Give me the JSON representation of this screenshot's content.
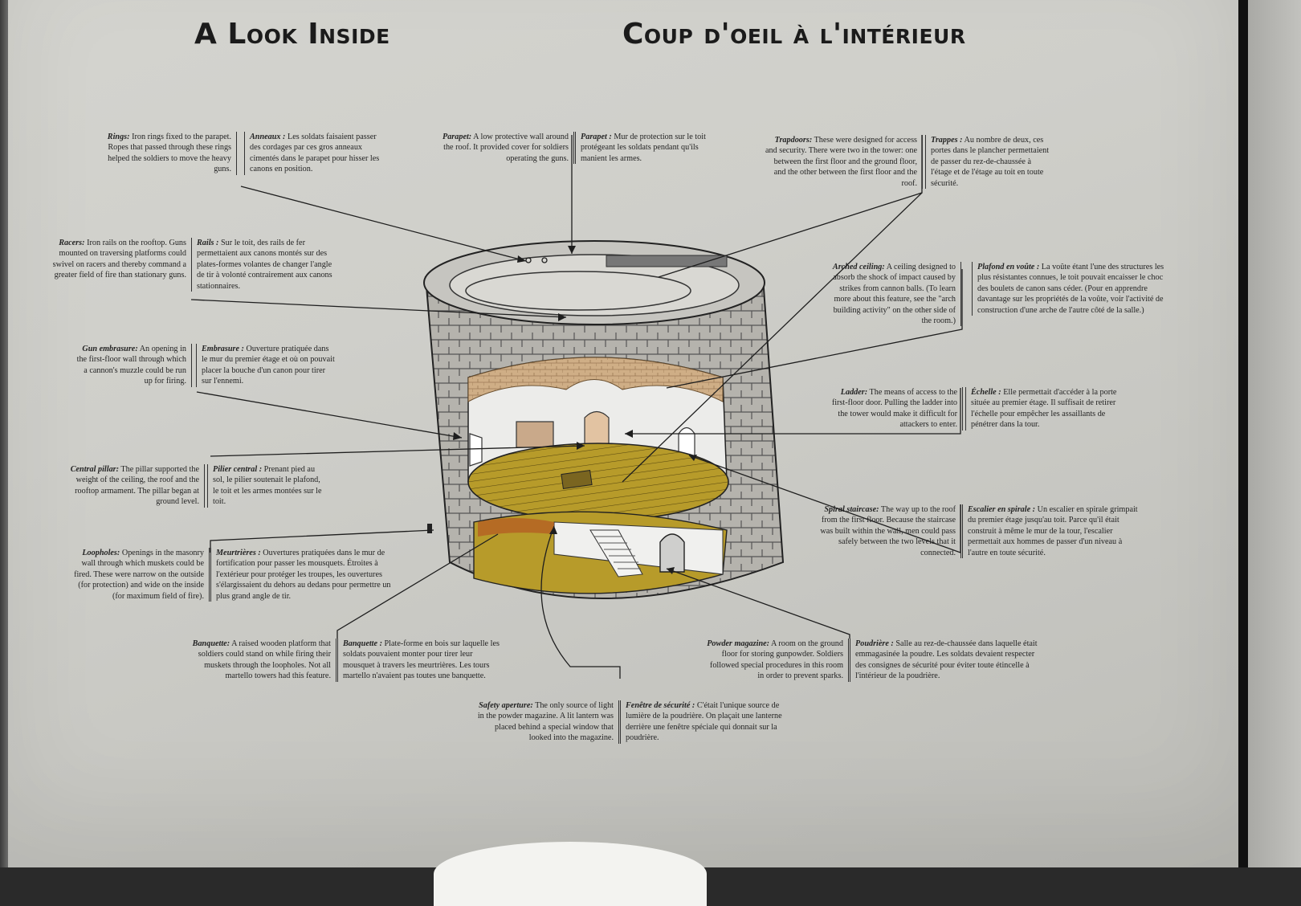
{
  "titles": {
    "en": "A Look Inside",
    "fr": "Coup d'oeil à l'intérieur"
  },
  "labels": {
    "rings": {
      "en_term": "Rings:",
      "en_text": " Iron rings fixed to the parapet. Ropes that passed through these rings helped the soldiers to move the heavy guns.",
      "fr_term": "Anneaux :",
      "fr_text": " Les soldats faisaient passer des cordages par ces gros anneaux cimentés dans le parapet pour hisser les canons en position."
    },
    "parapet": {
      "en_term": "Parapet:",
      "en_text": " A low protective wall around the roof. It provided cover for soldiers operating the guns.",
      "fr_term": "Parapet :",
      "fr_text": " Mur de protection sur le toit protégeant les soldats pendant qu'ils manient les armes."
    },
    "trapdoors": {
      "en_term": "Trapdoors:",
      "en_text": " These were designed for access and security. There were two in the tower: one between the first floor and the ground floor, and the other between the first floor and the roof.",
      "fr_term": "Trappes :",
      "fr_text": " Au nombre de deux, ces portes dans le plancher permettaient de passer du rez-de-chaussée à l'étage et de l'étage au toit en toute sécurité."
    },
    "racers": {
      "en_term": "Racers:",
      "en_text": " Iron rails on the rooftop. Guns mounted on traversing platforms could swivel on racers and thereby command a greater field of fire than stationary guns.",
      "fr_term": "Rails :",
      "fr_text": " Sur le toit, des rails de fer permettaient aux canons montés sur des plates-formes volantes de changer l'angle de tir à volonté contrairement aux canons stationnaires."
    },
    "arched": {
      "en_term": "Arched ceiling:",
      "en_text": " A ceiling designed to absorb the shock of impact caused by strikes from cannon balls. (To learn more about this feature, see the \"arch building activity\" on the other side of the room.)",
      "fr_term": "Plafond en voûte :",
      "fr_text": " La voûte étant l'une des structures les plus résistantes connues, le toit pouvait encaisser le choc des boulets de canon sans céder. (Pour en apprendre davantage sur les propriétés de la voûte, voir l'activité de construction d'une arche de l'autre côté de la salle.)"
    },
    "embrasure": {
      "en_term": "Gun embrasure:",
      "en_text": " An opening in the first-floor wall through which a cannon's muzzle could be run up for firing.",
      "fr_term": "Embrasure :",
      "fr_text": " Ouverture pratiquée dans le mur du premier étage et où on pouvait placer la bouche d'un canon pour tirer sur l'ennemi."
    },
    "ladder": {
      "en_term": "Ladder:",
      "en_text": " The means of access to the first-floor door. Pulling the ladder into the tower would make it difficult for attackers to enter.",
      "fr_term": "Échelle :",
      "fr_text": " Elle permettait d'accéder à la porte située au premier étage. Il suffisait de retirer l'échelle pour empêcher les assaillants de pénétrer dans la tour."
    },
    "pillar": {
      "en_term": "Central pillar:",
      "en_text": " The pillar supported the weight of the ceiling, the roof and the rooftop armament. The pillar began at ground level.",
      "fr_term": "Pilier central :",
      "fr_text": " Prenant pied au sol, le pilier soutenait le plafond, le toit et les armes montées sur le toit."
    },
    "staircase": {
      "en_term": "Spiral staircase:",
      "en_text": " The way up to the roof from the first floor. Because the staircase was built within the wall, men could pass safely between the two levels that it connected.",
      "fr_term": "Escalier en spirale :",
      "fr_text": " Un escalier en spirale grimpait du premier étage jusqu'au toit. Parce qu'il était construit à même le mur de la tour, l'escalier permettait aux hommes de passer d'un niveau à l'autre en toute sécurité."
    },
    "loopholes": {
      "en_term": "Loopholes:",
      "en_text": " Openings in the masonry wall through which muskets could be fired. These were narrow on the outside (for protection) and wide on the inside (for maximum field of fire).",
      "fr_term": "Meurtrières :",
      "fr_text": " Ouvertures pratiquées dans le mur de fortification pour passer les mousquets. Étroites à l'extérieur pour protéger les troupes, les ouvertures s'élargissaient du dehors au dedans pour permettre un plus grand angle de tir."
    },
    "banquette": {
      "en_term": "Banquette:",
      "en_text": " A raised wooden platform that soldiers could stand on while firing their muskets through the loopholes. Not all martello towers had this feature.",
      "fr_term": "Banquette :",
      "fr_text": " Plate-forme en bois sur laquelle les soldats pouvaient monter pour tirer leur mousquet à travers les meurtrières. Les tours martello n'avaient pas toutes une banquette."
    },
    "powder": {
      "en_term": "Powder magazine:",
      "en_text": " A room on the ground floor for storing gunpowder. Soldiers followed special procedures in this room in order to prevent sparks.",
      "fr_term": "Poudrière :",
      "fr_text": " Salle au rez-de-chaussée dans laquelle était emmagasinée la poudre. Les soldats devaient respecter des consignes de sécurité pour éviter toute étincelle à l'intérieur de la poudrière."
    },
    "safety": {
      "en_term": "Safety aperture:",
      "en_text": " The only source of light in the powder magazine. A lit lantern was placed behind a special window that looked into the magazine.",
      "fr_term": "Fenêtre de sécurité :",
      "fr_text": " C'était l'unique source de lumière de la poudrière. On plaçait une lanterne derrière une fenêtre spéciale qui donnait sur la poudrière."
    }
  },
  "colors": {
    "floor": "#b79b2a",
    "stone": "#8e8c86",
    "brick": "#c7a17a",
    "ink": "#1e1e1e"
  }
}
